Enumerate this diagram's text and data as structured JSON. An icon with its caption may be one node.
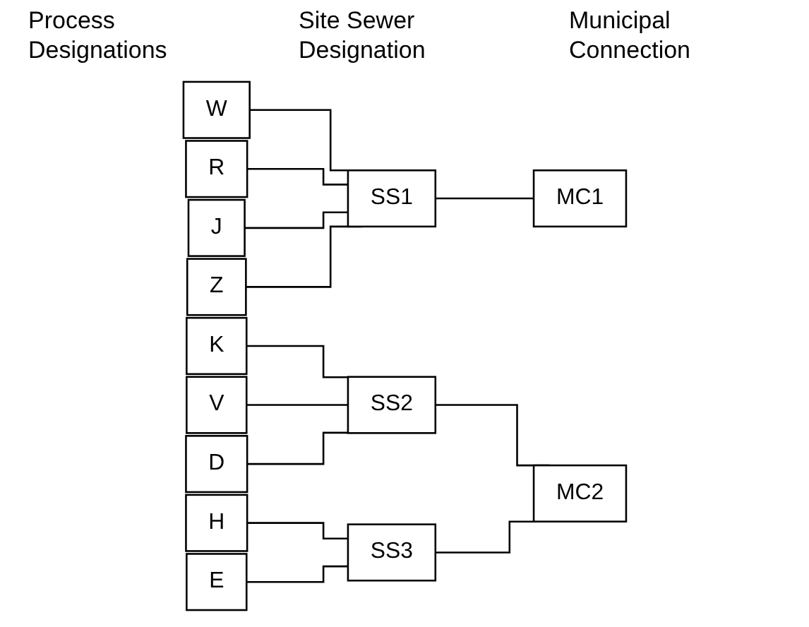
{
  "diagram": {
    "nodes": [
      {
        "text": [
          "W"
        ]
      },
      {
        "text": [
          "R"
        ]
      },
      {
        "text": [
          "J"
        ]
      },
      {
        "text": [
          "Z"
        ]
      },
      {
        "text": [
          "K"
        ]
      },
      {
        "text": [
          "V"
        ]
      },
      {
        "text": [
          "D"
        ]
      },
      {
        "text": [
          "H"
        ]
      },
      {
        "text": [
          "E"
        ]
      },
      {
        "text": [
          "SS1"
        ]
      },
      {
        "text": [
          "SS2"
        ]
      },
      {
        "text": [
          "SS3"
        ]
      },
      {
        "text": [
          "MC1"
        ]
      },
      {
        "text": [
          "MC2"
        ]
      }
    ],
    "edges": [
      {
        "from": 0,
        "to": 9,
        "arrow": "none"
      },
      {
        "from": 1,
        "to": 9,
        "arrow": "none"
      },
      {
        "from": 2,
        "to": 9,
        "arrow": "none"
      },
      {
        "from": 3,
        "to": 9,
        "arrow": "none"
      },
      {
        "from": 4,
        "to": 10,
        "arrow": "none"
      },
      {
        "from": 5,
        "to": 10,
        "arrow": "none"
      },
      {
        "from": 6,
        "to": 10,
        "arrow": "none"
      },
      {
        "from": 7,
        "to": 11,
        "arrow": "none"
      },
      {
        "from": 8,
        "to": 11,
        "arrow": "none"
      },
      {
        "from": 9,
        "to": 12,
        "arrow": "none"
      },
      {
        "from": 10,
        "to": 13,
        "arrow": "none"
      },
      {
        "from": 11,
        "to": 13,
        "arrow": "none"
      }
    ],
    "labels": [
      "Process Designations",
      "Site Sewer Designation",
      "Municipal Connection"
    ]
  }
}
